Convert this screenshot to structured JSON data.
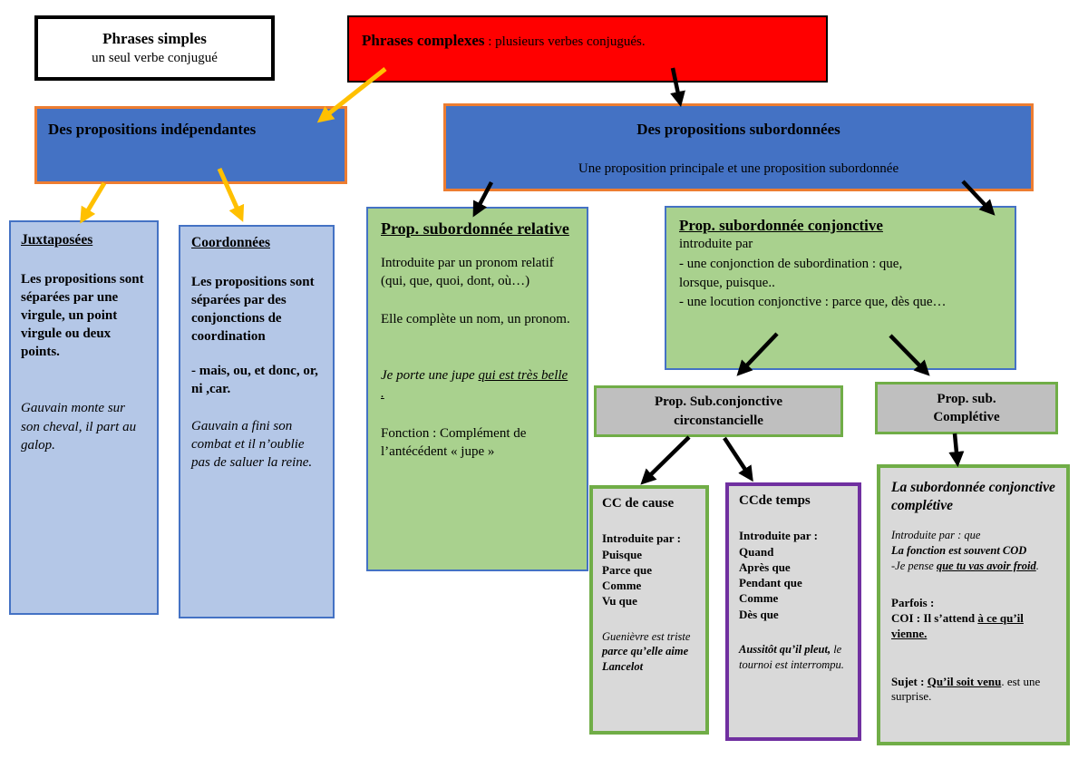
{
  "colors": {
    "node_blue": "#4472C4",
    "border_orange": "#ED7D31",
    "light_blue_fill": "#B4C7E7",
    "green_fill": "#A9D18E",
    "thin_border_blue": "#4472C4",
    "gray_header_fill": "#BFBFBF",
    "gray_panel_fill": "#D9D9D9",
    "border_green": "#70AD47",
    "border_purple": "#7030A0",
    "red_fill": "#FF0000",
    "arrow_yellow": "#FFC000",
    "arrow_black": "#000000"
  },
  "boxes": {
    "simples": {
      "title": "Phrases simples",
      "subtitle": "un seul verbe conjugué"
    },
    "complexes": {
      "title": "Phrases complexes",
      "subtitle": " : plusieurs verbes conjugués."
    },
    "independantes": {
      "title": "Des propositions indépendantes"
    },
    "subordonnees": {
      "title": "Des propositions subordonnées",
      "subtitle": "Une proposition principale et une proposition subordonnée"
    },
    "juxtaposees": {
      "title": "Juxtaposées",
      "body": "Les propositions sont séparées par une virgule, un point virgule ou deux points.",
      "example": "Gauvain monte sur son cheval,  il part au galop."
    },
    "coordonnees": {
      "title": "Coordonnées",
      "body": "Les propositions sont séparées par des conjonctions de coordination",
      "list": "- mais, ou, et donc, or, ni ,car.",
      "example": "Gauvain a fini son combat et il n’oublie pas de saluer la reine."
    },
    "relative": {
      "title": "Prop. subordonnée relative",
      "p1": "Introduite par un pronom relatif (qui, que, quoi, dont, où…)",
      "p2": "Elle complète un nom, un pronom.",
      "example_plain": "Je porte une jupe ",
      "example_u": "qui est très belle .",
      "fonction": "Fonction : Complément de l’antécédent  « jupe »"
    },
    "conjonctive": {
      "title": "Prop. subordonnée conjonctive",
      "l1": "introduite par",
      "l2a": "- une conjonction de subordination : que,",
      "l2b": "lorsque, puisque..",
      "l3": "- une locution conjonctive : parce que, dès que…"
    },
    "circonstancielle": {
      "title_line1": "Prop. Sub.conjonctive",
      "title_line2": "circonstancielle"
    },
    "completive_small": {
      "title_line1": "Prop. sub.",
      "title_line2": "Complétive"
    },
    "cc_cause": {
      "title": "CC de cause",
      "intro": "Introduite par :",
      "items": [
        "Puisque",
        "Parce que",
        "Comme",
        "Vu que"
      ],
      "example_plain": "Guenièvre est triste ",
      "example_bold": "parce qu’elle aime Lancelot"
    },
    "cc_temps": {
      "title": "CCde temps",
      "intro": "Introduite par :",
      "items": [
        "Quand",
        "Après que",
        "Pendant que",
        "Comme",
        "Dès que"
      ],
      "example_bold": "Aussitôt qu’il pleut,",
      "example_plain": " le tournoi est interrompu."
    },
    "completive_big": {
      "title": "La subordonnée conjonctive complétive",
      "intro": "Introduite par : que",
      "fonction": "La fonction est souvent COD",
      "ex_plain": "-Je pense ",
      "ex_u": "que tu vas avoir froid",
      "ex_end": ".",
      "parfois": "Parfois :",
      "coi_label": "COI : Il s’attend ",
      "coi_u": "à ce qu’il vienne.",
      "sujet_label": "Sujet : ",
      "sujet_u": "Qu’il soit venu",
      "sujet_end": ". est une surprise."
    }
  }
}
